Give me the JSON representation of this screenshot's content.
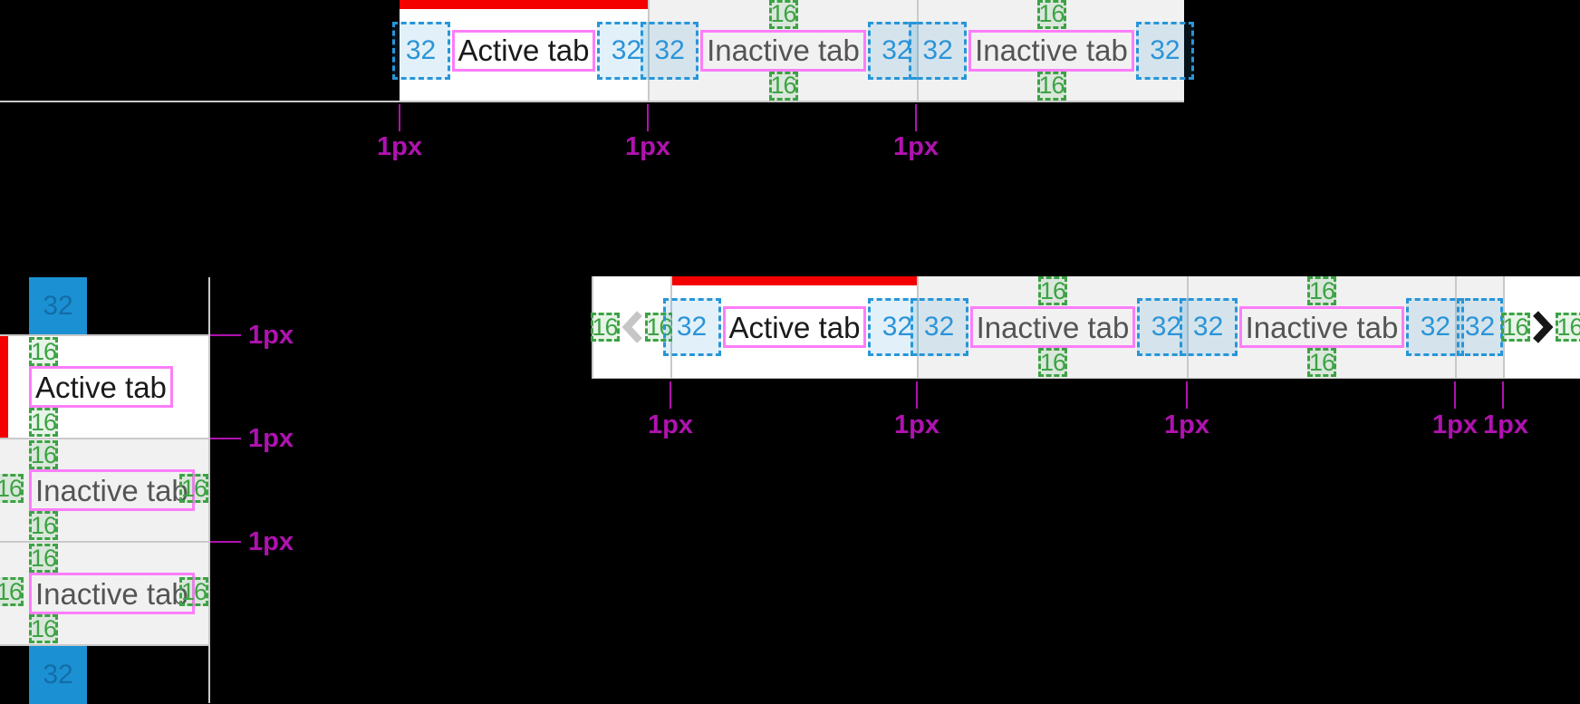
{
  "page": {
    "description": "Tab component spacing and border redline specification",
    "background": "#000000"
  },
  "measurements": {
    "space_32": "32",
    "space_16": "16",
    "border_1px": "1px"
  },
  "colors": {
    "active_tab_bg": "#ffffff",
    "inactive_tab_bg": "#f1f1f1",
    "selected_indicator_red": "#f40001",
    "divider_gray": "#c9c9c9",
    "active_text": "#1a1a1a",
    "inactive_text": "#545454",
    "spacing_32_blue": "#2796d8",
    "spacing_16_green": "#3da244",
    "annotation_box_pink": "#fc7ef9",
    "measurement_magenta": "#b012b0",
    "touch_target_blue": "#1b91d4",
    "chevron_disabled": "#c6c6c6",
    "chevron_enabled": "#161616"
  },
  "top_tab_bar": {
    "tabs": [
      {
        "label": "Active tab",
        "state": "active"
      },
      {
        "label": "Inactive tab",
        "state": "inactive"
      },
      {
        "label": "Inactive tab",
        "state": "inactive"
      }
    ],
    "divider_labels": [
      "1px",
      "1px",
      "1px"
    ]
  },
  "vertical_tab_list": {
    "tabs": [
      {
        "label": "Active tab",
        "state": "active"
      },
      {
        "label": "Inactive tab",
        "state": "inactive"
      },
      {
        "label": "Inactive tab",
        "state": "inactive"
      }
    ],
    "divider_labels": [
      "1px",
      "1px",
      "1px"
    ]
  },
  "scrollable_tab_bar": {
    "tabs": [
      {
        "label": "Active tab",
        "state": "active"
      },
      {
        "label": "Inactive tab",
        "state": "inactive"
      },
      {
        "label": "Inactive tab",
        "state": "inactive"
      }
    ],
    "scroll_left_icon": "chevron-left",
    "scroll_right_icon": "chevron-right",
    "divider_labels": [
      "1px",
      "1px",
      "1px",
      "1px",
      "1px"
    ]
  }
}
